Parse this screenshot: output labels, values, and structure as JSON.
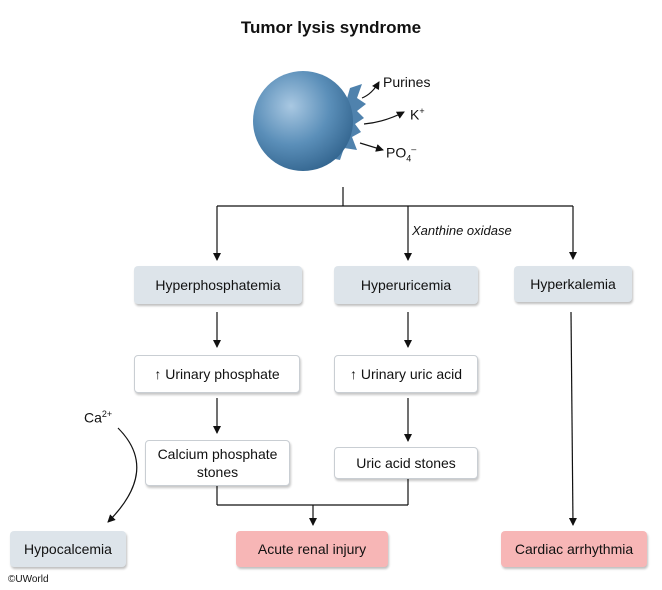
{
  "title": "Tumor lysis syndrome",
  "cell_outputs": {
    "purines": "Purines",
    "potassium": "K",
    "potassium_charge": "+",
    "phosphate": "PO",
    "phosphate_sub": "4",
    "phosphate_charge": "–"
  },
  "enzyme_label": "Xanthine oxidase",
  "calcium": {
    "symbol": "Ca",
    "charge": "2+"
  },
  "boxes": {
    "hyperphosphatemia": "Hyperphosphatemia",
    "hyperuricemia": "Hyperuricemia",
    "hyperkalemia": "Hyperkalemia",
    "urinary_phosphate": "↑ Urinary phosphate",
    "urinary_uric_acid": "↑ Urinary uric acid",
    "calcium_phosphate_stones_line1": "Calcium phosphate",
    "calcium_phosphate_stones_line2": "stones",
    "uric_acid_stones": "Uric acid stones",
    "hypocalcemia": "Hypocalcemia",
    "acute_renal_injury": "Acute renal injury",
    "cardiac_arrhythmia": "Cardiac arrhythmia"
  },
  "copyright": "©UWorld",
  "colors": {
    "cell_blue": "#5b8fb9",
    "gray_box": "#dde4ea",
    "red_box": "#f7b6b6",
    "line": "#111111"
  }
}
